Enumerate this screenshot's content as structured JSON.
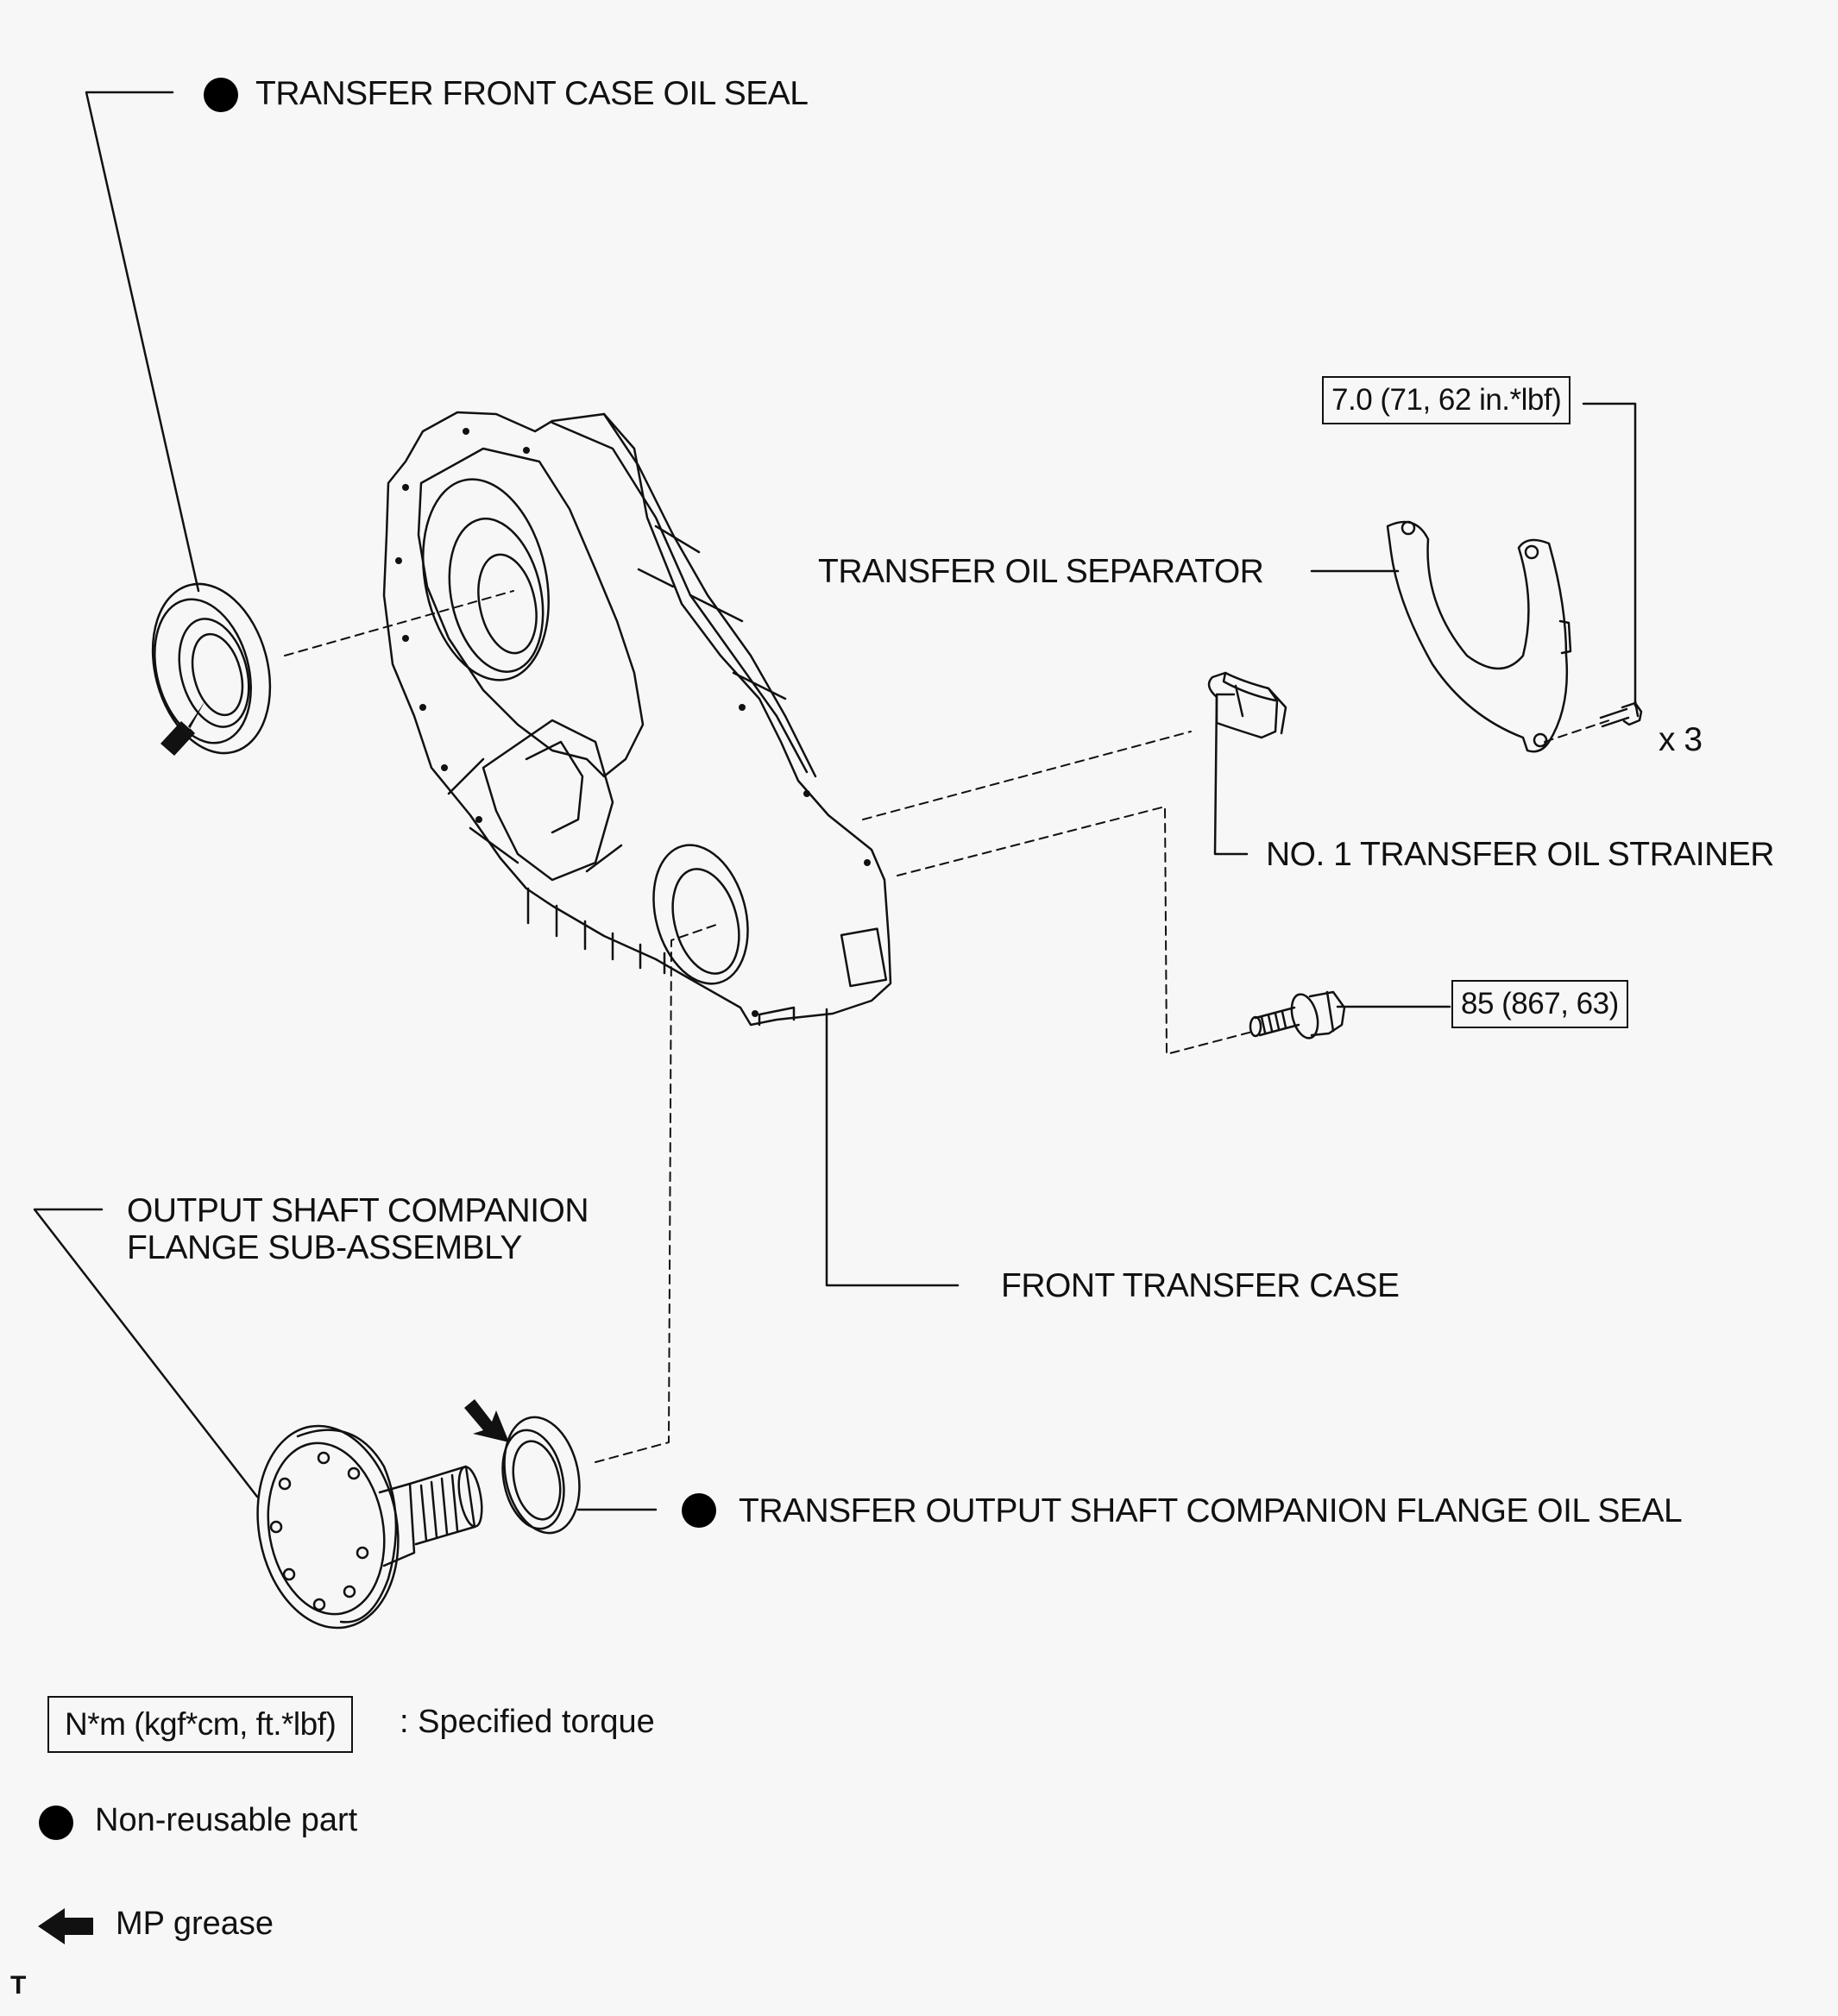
{
  "diagram": {
    "labels": {
      "front_case_oil_seal": "TRANSFER FRONT CASE OIL SEAL",
      "oil_separator": "TRANSFER OIL SEPARATOR",
      "oil_strainer": "NO. 1 TRANSFER OIL STRAINER",
      "output_flange_line1": "OUTPUT  SHAFT COMPANION",
      "output_flange_line2": "FLANGE SUB-ASSEMBLY",
      "front_transfer_case": "FRONT TRANSFER CASE",
      "output_flange_oil_seal": "TRANSFER OUTPUT SHAFT COMPANION FLANGE OIL SEAL",
      "quantity": "x 3"
    },
    "torques": {
      "separator_bolt": "7.0 (71, 62 in.*lbf)",
      "case_bolt": "85 (867, 63)"
    }
  },
  "legend": {
    "torque_box": "N*m (kgf*cm, ft.*lbf)",
    "torque_desc": ": Specified torque",
    "non_reusable": "Non-reusable part",
    "grease": "MP grease"
  },
  "footer": {
    "mark": "T"
  }
}
